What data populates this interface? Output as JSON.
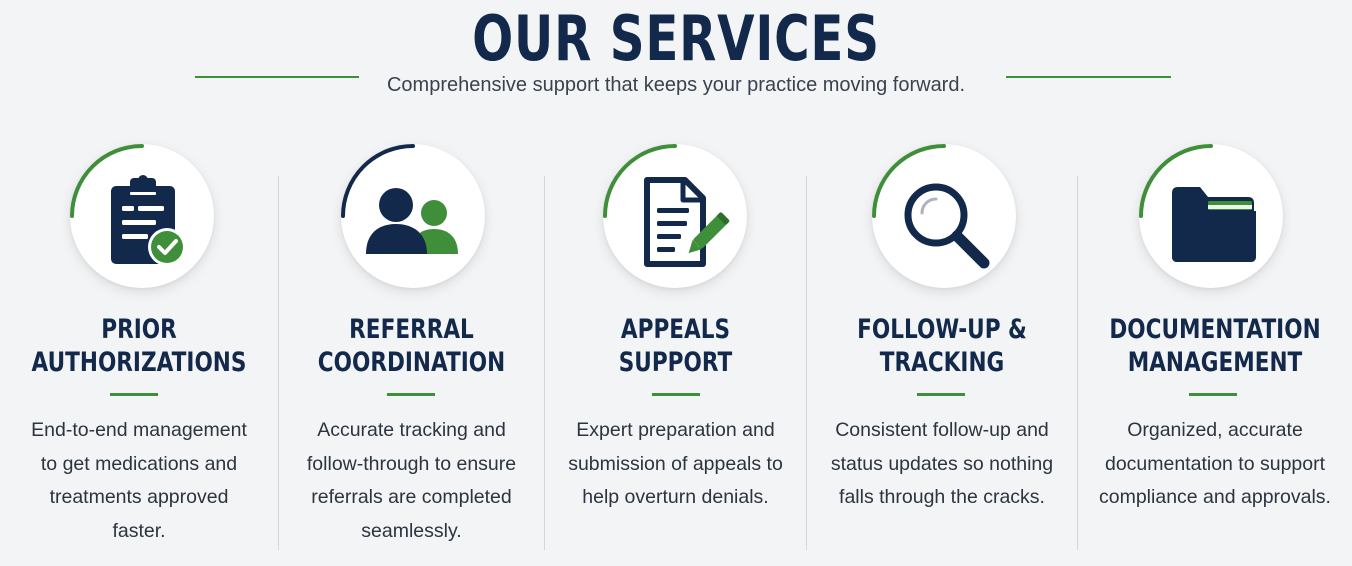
{
  "header": {
    "title": "OUR SERVICES",
    "subtitle": "Comprehensive support that keeps your practice moving forward."
  },
  "colors": {
    "navy": "#13294b",
    "green": "#3f8f3a",
    "background": "#f3f4f5"
  },
  "services": [
    {
      "icon": "clipboard-check-icon",
      "arc_color": "green",
      "heading": [
        "PRIOR",
        "AUTHORIZATIONS"
      ],
      "description": [
        "End-to-end management",
        "to get medications and",
        "treatments approved",
        "faster."
      ]
    },
    {
      "icon": "people-icon",
      "arc_color": "navy",
      "heading": [
        "REFERRAL",
        "COORDINATION"
      ],
      "description": [
        "Accurate tracking and",
        "follow-through to ensure",
        "referrals are completed",
        "seamlessly."
      ]
    },
    {
      "icon": "document-pencil-icon",
      "arc_color": "green",
      "heading": [
        "APPEALS",
        "SUPPORT"
      ],
      "description": [
        "Expert preparation and",
        "submission of appeals to",
        "help overturn denials."
      ]
    },
    {
      "icon": "magnifier-icon",
      "arc_color": "green",
      "heading": [
        "FOLLOW-UP &",
        "TRACKING"
      ],
      "description": [
        "Consistent follow-up and",
        "status updates so nothing",
        "falls through the cracks."
      ]
    },
    {
      "icon": "folder-icon",
      "arc_color": "green",
      "heading": [
        "DOCUMENTATION",
        "MANAGEMENT"
      ],
      "description": [
        "Organized, accurate",
        "documentation to support",
        "compliance and approvals."
      ]
    }
  ]
}
